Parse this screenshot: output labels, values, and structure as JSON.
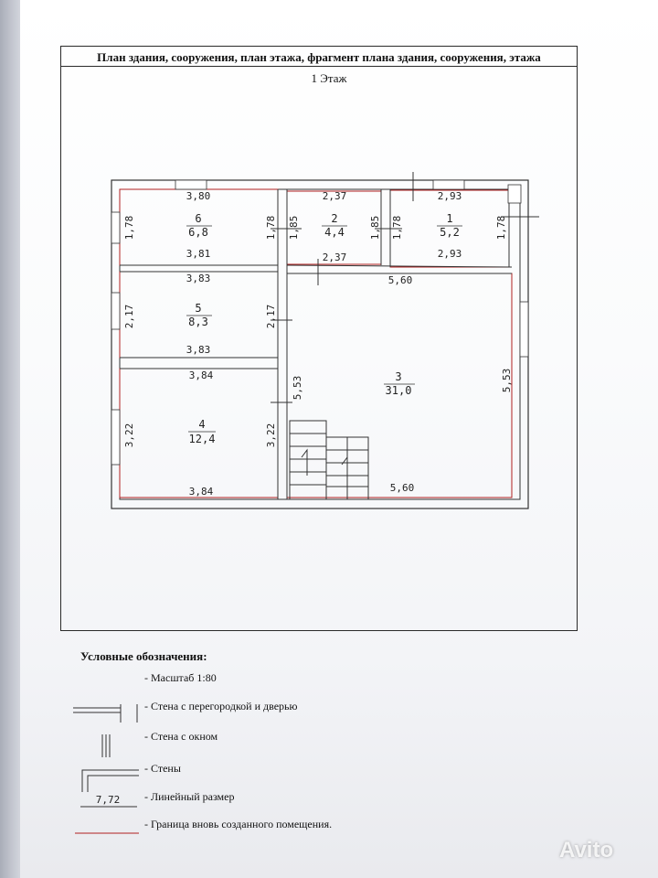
{
  "document": {
    "header": "План здания, сооружения, план этажа, фрагмент плана здания, сооружения, этажа",
    "floor_title": "1 Этаж"
  },
  "rooms": [
    {
      "num": "6",
      "area": "6,8",
      "top": "3,80",
      "bottom": "3,81",
      "left": "1,78",
      "right": "1,78"
    },
    {
      "num": "2",
      "area": "4,4",
      "top": "2,37",
      "bottom": "2,37",
      "left": "1,85",
      "right": "1,85"
    },
    {
      "num": "1",
      "area": "5,2",
      "top": "2,93",
      "bottom": "2,93",
      "left": "1,78",
      "right": "1,78"
    },
    {
      "num": "5",
      "area": "8,3",
      "top": "3,83",
      "bottom": "3,83",
      "left": "2,17",
      "right": "2,17"
    },
    {
      "num": "3",
      "area": "31,0",
      "top": "5,60",
      "bottom": "5,60",
      "left": "5,53",
      "right": "5,53"
    },
    {
      "num": "4",
      "area": "12,4",
      "top": "3,84",
      "bottom": "3,84",
      "left": "3,22",
      "right": "3,22"
    }
  ],
  "legend": {
    "title": "Условные обозначения:",
    "items": [
      "- Масштаб 1:80",
      "- Стена с перегородкой и дверью",
      "- Стена с окном",
      "- Стены",
      "- Линейный размер",
      "- Граница вновь созданного помещения."
    ],
    "sample_dimension": "7,72"
  },
  "watermark": "Avito",
  "colors": {
    "wall": "#333333",
    "new_room_boundary": "#b02020"
  }
}
